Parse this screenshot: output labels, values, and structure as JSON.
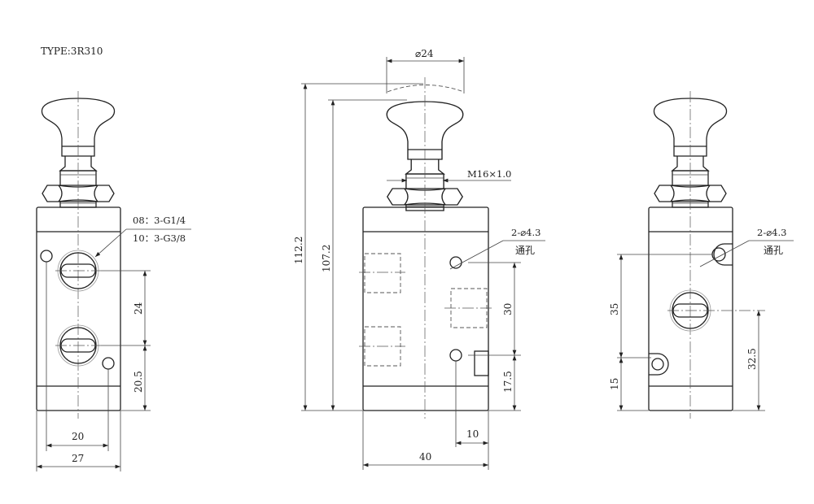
{
  "title": "TYPE:3R310",
  "left_view": {
    "port_label_1": "08：3-G1/4",
    "port_label_2": "10：3-G3/8",
    "dim_port_spacing": "24",
    "dim_port_to_bottom": "20.5",
    "dim_hole_spacing": "20",
    "dim_width": "27"
  },
  "front_view": {
    "dim_knob_dia": "⌀24",
    "dim_thread": "M16×1.0",
    "dim_total_height_pressed": "112.2",
    "dim_total_height": "107.2",
    "hole_label": "2-⌀4.3",
    "hole_note": "通孔",
    "dim_hole_spacing": "30",
    "dim_hole_to_bottom": "17.5",
    "dim_hole_to_edge": "10",
    "dim_width": "40"
  },
  "right_view": {
    "hole_label": "2-⌀4.3",
    "hole_note": "通孔",
    "dim_hole_spacing": "35",
    "dim_hole_to_bottom": "15",
    "dim_port_to_bottom": "32.5"
  }
}
